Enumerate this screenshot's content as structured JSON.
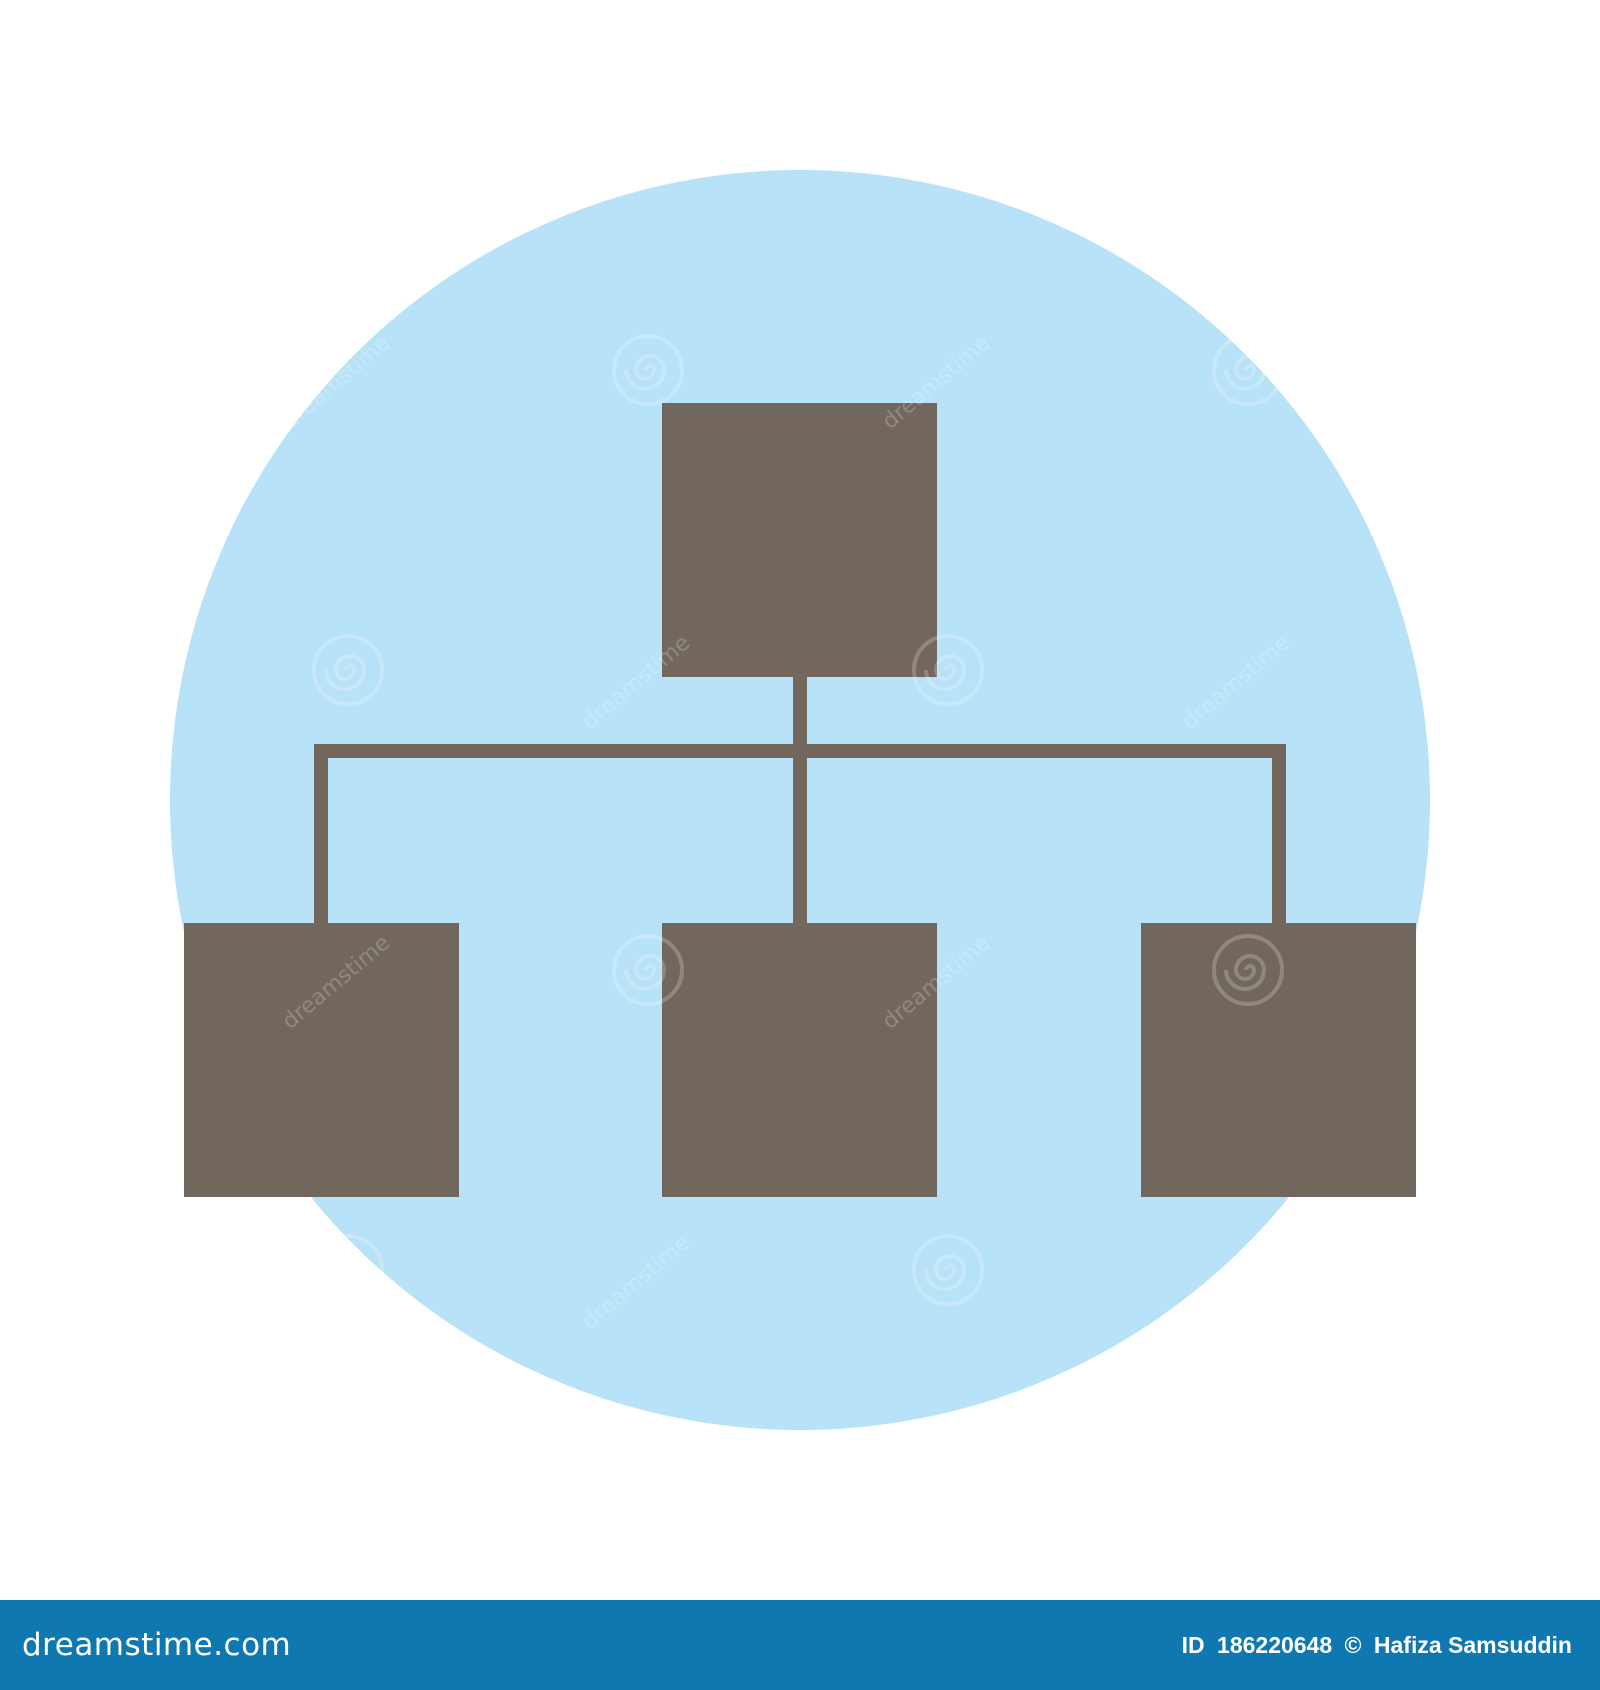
{
  "illustration": {
    "subject": "hierarchy-structure-icon",
    "colors": {
      "circle_fill": "#b8e2f8",
      "box_fill": "#71675c",
      "connector": "#71675c",
      "background": "#ffffff"
    }
  },
  "watermark": {
    "text": "dreamstime",
    "icon": "spiral-icon"
  },
  "footer": {
    "background": "#1078b0",
    "brand": "dreamstime.com",
    "id_label": "ID",
    "id_value": "186220648",
    "copyright_symbol": "©",
    "author": "Hafiza Samsuddin"
  }
}
